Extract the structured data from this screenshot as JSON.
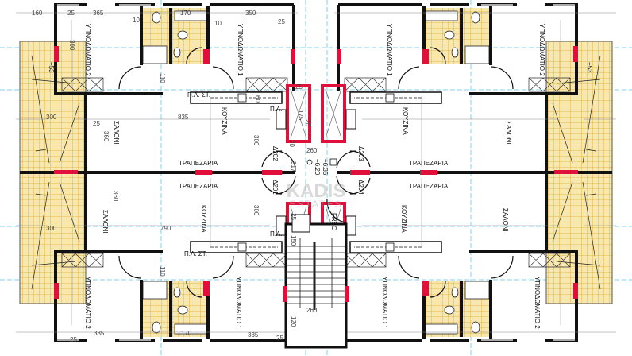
{
  "plan": {
    "rooms": {
      "bedroom2": "ΥΠΝΟΔΩΜΑΤΙΟ 2",
      "bedroom1": "ΥΠΝΟΔΩΜΑΤΙΟ 1",
      "living": "ΣΑΛΟΝΙ",
      "kitchen": "ΚΟΥΖΙΝΑ",
      "dining": "ΤΡΑΠΕΖΑΡΙΑ"
    },
    "apartments": [
      "Δ201",
      "Δ202",
      "Δ203",
      "Δ204"
    ],
    "levels": [
      "+6.35",
      "+6.20"
    ],
    "door_code": "FRSC",
    "appliance_labels": [
      "Π.Λ. ΣΤ.",
      "Π.Λ."
    ],
    "balcony_mark": "+53",
    "dimensions": {
      "top": [
        "160",
        "25",
        "365",
        "170",
        "350",
        "10",
        "10",
        "25",
        "300",
        "110",
        "300",
        "835",
        "25",
        "360",
        "300",
        "60",
        "25",
        "175",
        "20",
        "20"
      ],
      "center": [
        "260",
        "317",
        "25",
        "150",
        "260",
        "120",
        "25"
      ],
      "bottom": [
        "300",
        "790",
        "360",
        "300",
        "110",
        "335",
        "170",
        "335",
        "25"
      ]
    },
    "watermark": [
      "KADIS",
      "ESTATES"
    ]
  },
  "colors": {
    "wall": "#111111",
    "accent_wall": "#e0103a",
    "tile": "#f4e3a3",
    "tile_line": "#e0a92c",
    "guide": "#7fd3ef"
  }
}
